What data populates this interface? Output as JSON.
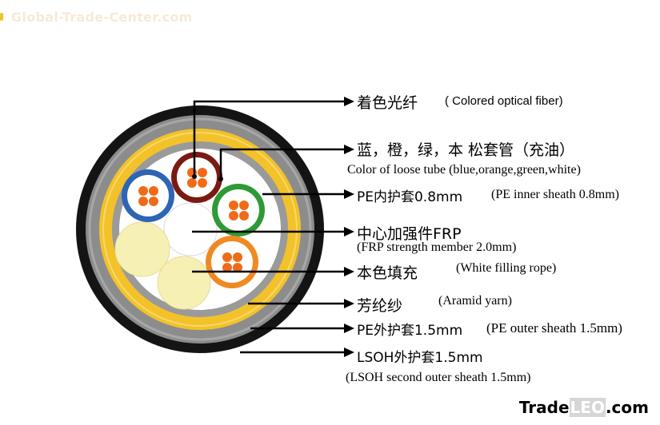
{
  "watermark_top": "Global-Trade-Center.com",
  "labels": {
    "colored_fiber_cn": "着色光纤",
    "colored_fiber_en": "( Colored optical fiber)",
    "loose_tube_cn": "蓝，橙，绿，本  松套管（充油）",
    "loose_tube_en": "Color of loose tube (blue,orange,green,white)",
    "inner_sheath_cn": "PE内护套0.8mm",
    "inner_sheath_en": "(PE inner sheath 0.8mm)",
    "frp_cn": "中心加强件FRP",
    "frp_en": "(FRP strength member 2.0mm)",
    "filling_cn": "本色填充",
    "filling_en": "(White filling rope)",
    "aramid_cn": "芳纶纱",
    "aramid_en": "(Aramid yarn)",
    "outer_sheath_cn": "PE外护套1.5mm",
    "outer_sheath_en": "(PE outer sheath 1.5mm)",
    "lsoh_cn": "LSOH外护套1.5mm",
    "lsoh_en": "(LSOH second outer sheath 1.5mm)"
  },
  "brand": {
    "pre": "Trade",
    "mid": "LEO",
    "post": ".com"
  },
  "colors": {
    "lsoh_sheath": "#141414",
    "outer_sheath": "#8c8c8c",
    "aramid": "#f3c22a",
    "inner_sheath": "#9a9a9a",
    "core": "#ffffff",
    "filler": "#f6f0b4",
    "tube_blue": "#2e64b4",
    "tube_red": "#7a1a12",
    "tube_green": "#2e9a36",
    "tube_orange": "#ef8a22",
    "fiber": "#f06a18"
  }
}
